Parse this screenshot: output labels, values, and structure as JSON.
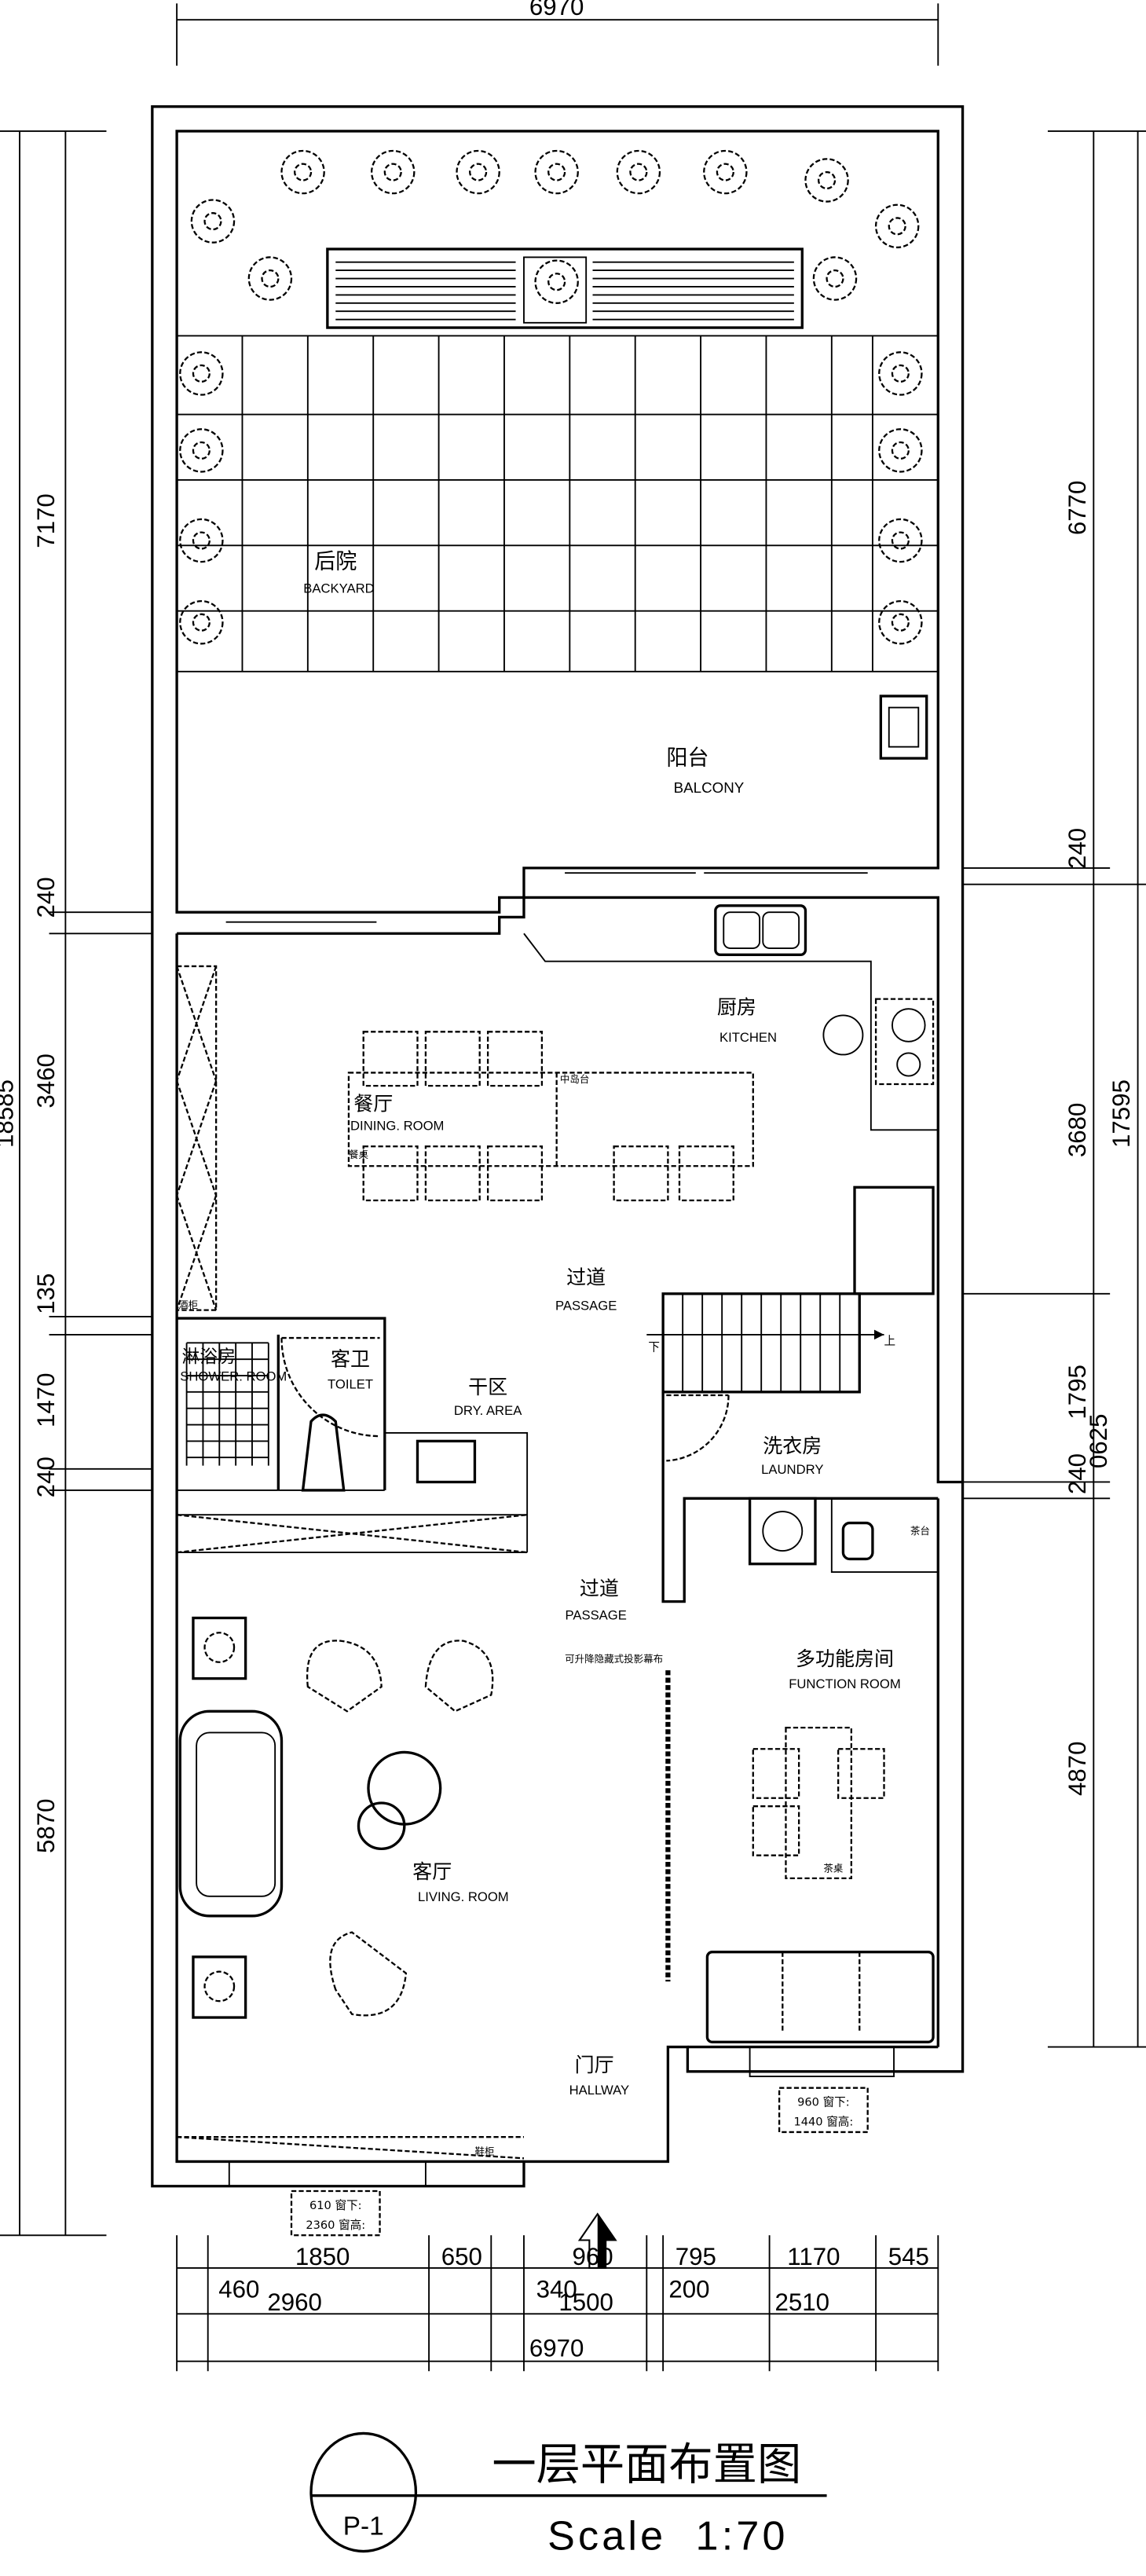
{
  "title": {
    "main": "一层平面布置图",
    "scale": "Scale  1:70",
    "sheet": "P-1"
  },
  "rooms": {
    "backyard": {
      "cn": "后院",
      "en": "BACKYARD"
    },
    "balcony": {
      "cn": "阳台",
      "en": "BALCONY"
    },
    "kitchen": {
      "cn": "厨房",
      "en": "KITCHEN"
    },
    "dining": {
      "cn": "餐厅",
      "en": "DINING. ROOM"
    },
    "passage_upper": {
      "cn": "过道",
      "en": "PASSAGE"
    },
    "shower": {
      "cn": "淋浴房",
      "en": "SHOWER. ROOM"
    },
    "toilet": {
      "cn": "客卫",
      "en": "TOILET"
    },
    "dry_area": {
      "cn": "干区",
      "en": "DRY. AREA"
    },
    "laundry": {
      "cn": "洗衣房",
      "en": "LAUNDRY"
    },
    "passage_lower": {
      "cn": "过道",
      "en": "PASSAGE"
    },
    "function_room": {
      "cn": "多功能房间",
      "en": "FUNCTION ROOM"
    },
    "living": {
      "cn": "客厅",
      "en": "LIVING. ROOM"
    },
    "hallway": {
      "cn": "门厅",
      "en": "HALLWAY"
    }
  },
  "annotations": {
    "island": "中岛台",
    "dining_table": "餐桌",
    "wine_cabinet": "酒柜",
    "stair_down": "下",
    "stair_up": "上",
    "tea_counter": "茶台",
    "tea_table": "茶桌",
    "projector_screen": "可升降隐藏式投影幕布",
    "shoe_cabinet": "鞋柜"
  },
  "windows": [
    {
      "sill": "610 窗下:",
      "height": "2360 窗高:"
    },
    {
      "sill": "960 窗下:",
      "height": "1440 窗高:"
    }
  ],
  "dimensions": {
    "top": "6970",
    "left_total": "18585",
    "left": [
      "7170",
      "240",
      "3460",
      "135",
      "1470",
      "240",
      "5870"
    ],
    "right_total": "17595",
    "right": [
      "6770",
      "240",
      "3680",
      "1795",
      "240",
      "0625",
      "4870"
    ],
    "bottom_row1": [
      "1850",
      "650",
      "960",
      "795",
      "1170",
      "545"
    ],
    "bottom_row2": [
      "460",
      "2960",
      "340",
      "1500",
      "200",
      "2510"
    ],
    "bottom_total": "6970"
  }
}
